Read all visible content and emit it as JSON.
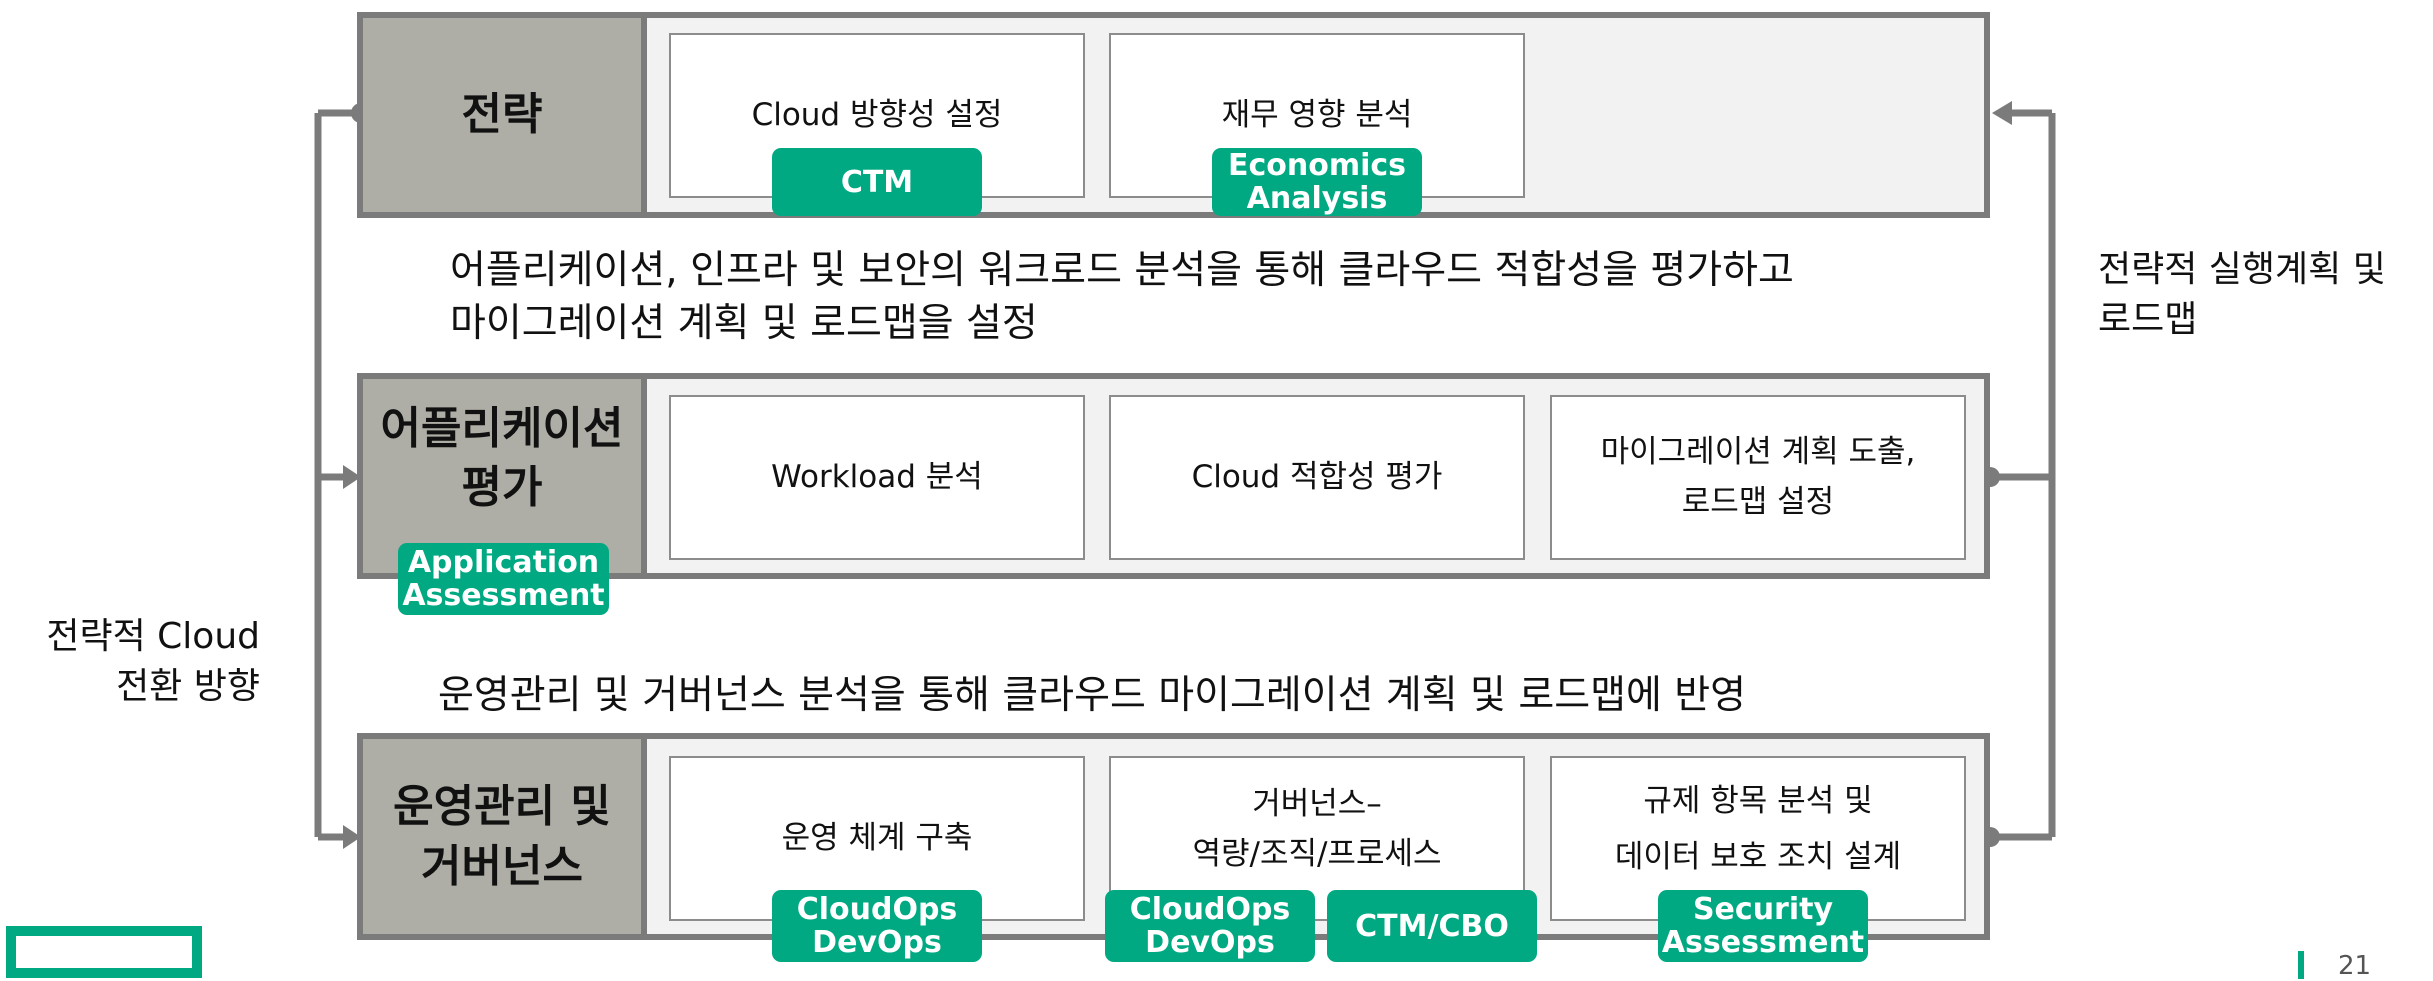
{
  "colors": {
    "frame": "#7b7b7b",
    "header_fill": "#aeaea6",
    "row_fill": "#f2f2f2",
    "tag_green": "#00a982"
  },
  "rows": [
    {
      "title": "전략",
      "boxes": [
        "Cloud 방향성 설정",
        "재무 영향 분석"
      ],
      "tags": [
        "CTM",
        "Economics\nAnalysis"
      ]
    },
    {
      "title": "어플리케이션\n평가",
      "boxes": [
        "Workload 분석",
        "Cloud 적합성 평가",
        "마이그레이션 계획 도출,\n로드맵 설정"
      ],
      "tags": [
        "Application\nAssessment"
      ]
    },
    {
      "title": "운영관리 및\n거버넌스",
      "boxes": [
        "운영 체계 구축",
        "거버넌스–\n역량/조직/프로세스",
        "규제 항목 분석 및\n데이터 보호 조치 설계"
      ],
      "tags": [
        "CloudOps\nDevOps",
        "CloudOps\nDevOps",
        "CTM/CBO",
        "Security\nAssessment"
      ]
    }
  ],
  "descriptions": [
    "어플리케이션, 인프라 및 보안의 워크로드 분석을 통해 클라우드 적합성을 평가하고\n마이그레이션 계획 및 로드맵을 설정",
    "운영관리 및 거버넌스 분석을 통해 클라우드 마이그레이션 계획 및 로드맵에 반영"
  ],
  "left_label": "전략적 Cloud\n전환 방향",
  "right_label": "전략적 실행계획 및\n로드맵",
  "page_number": "21"
}
